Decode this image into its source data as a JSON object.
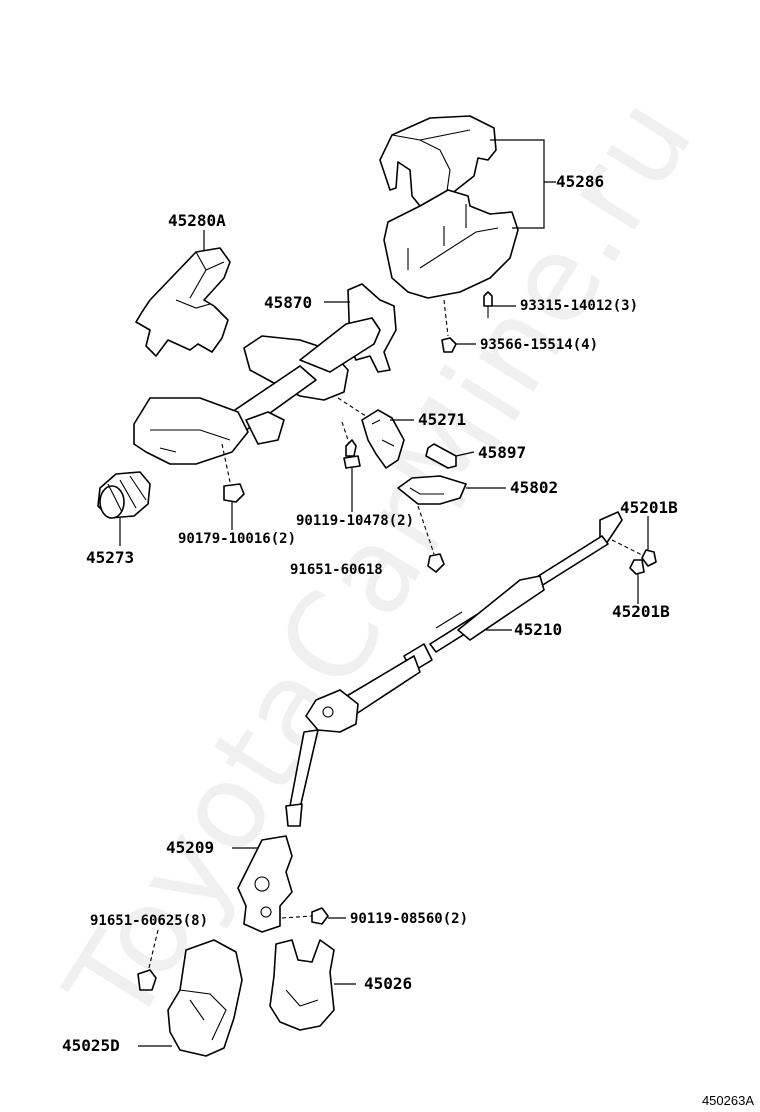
{
  "watermark": "ToyotaCarMine.ru",
  "diagram_ref": "450263A",
  "labels": {
    "p45286": "45286",
    "p45280A": "45280A",
    "p45870": "45870",
    "p93315": "93315-14012(3)",
    "p93566": "93566-15514(4)",
    "p45271": "45271",
    "p45897": "45897",
    "p45802": "45802",
    "p90119_10478": "90119-10478(2)",
    "p90179": "90179-10016(2)",
    "p45273": "45273",
    "p91651_60618": "91651-60618",
    "p45201B_top": "45201B",
    "p45201B_bottom": "45201B",
    "p45210": "45210",
    "p45209": "45209",
    "p91651_60625": "91651-60625(8)",
    "p90119_08560": "90119-08560(2)",
    "p45026": "45026",
    "p45025D": "45025D"
  }
}
